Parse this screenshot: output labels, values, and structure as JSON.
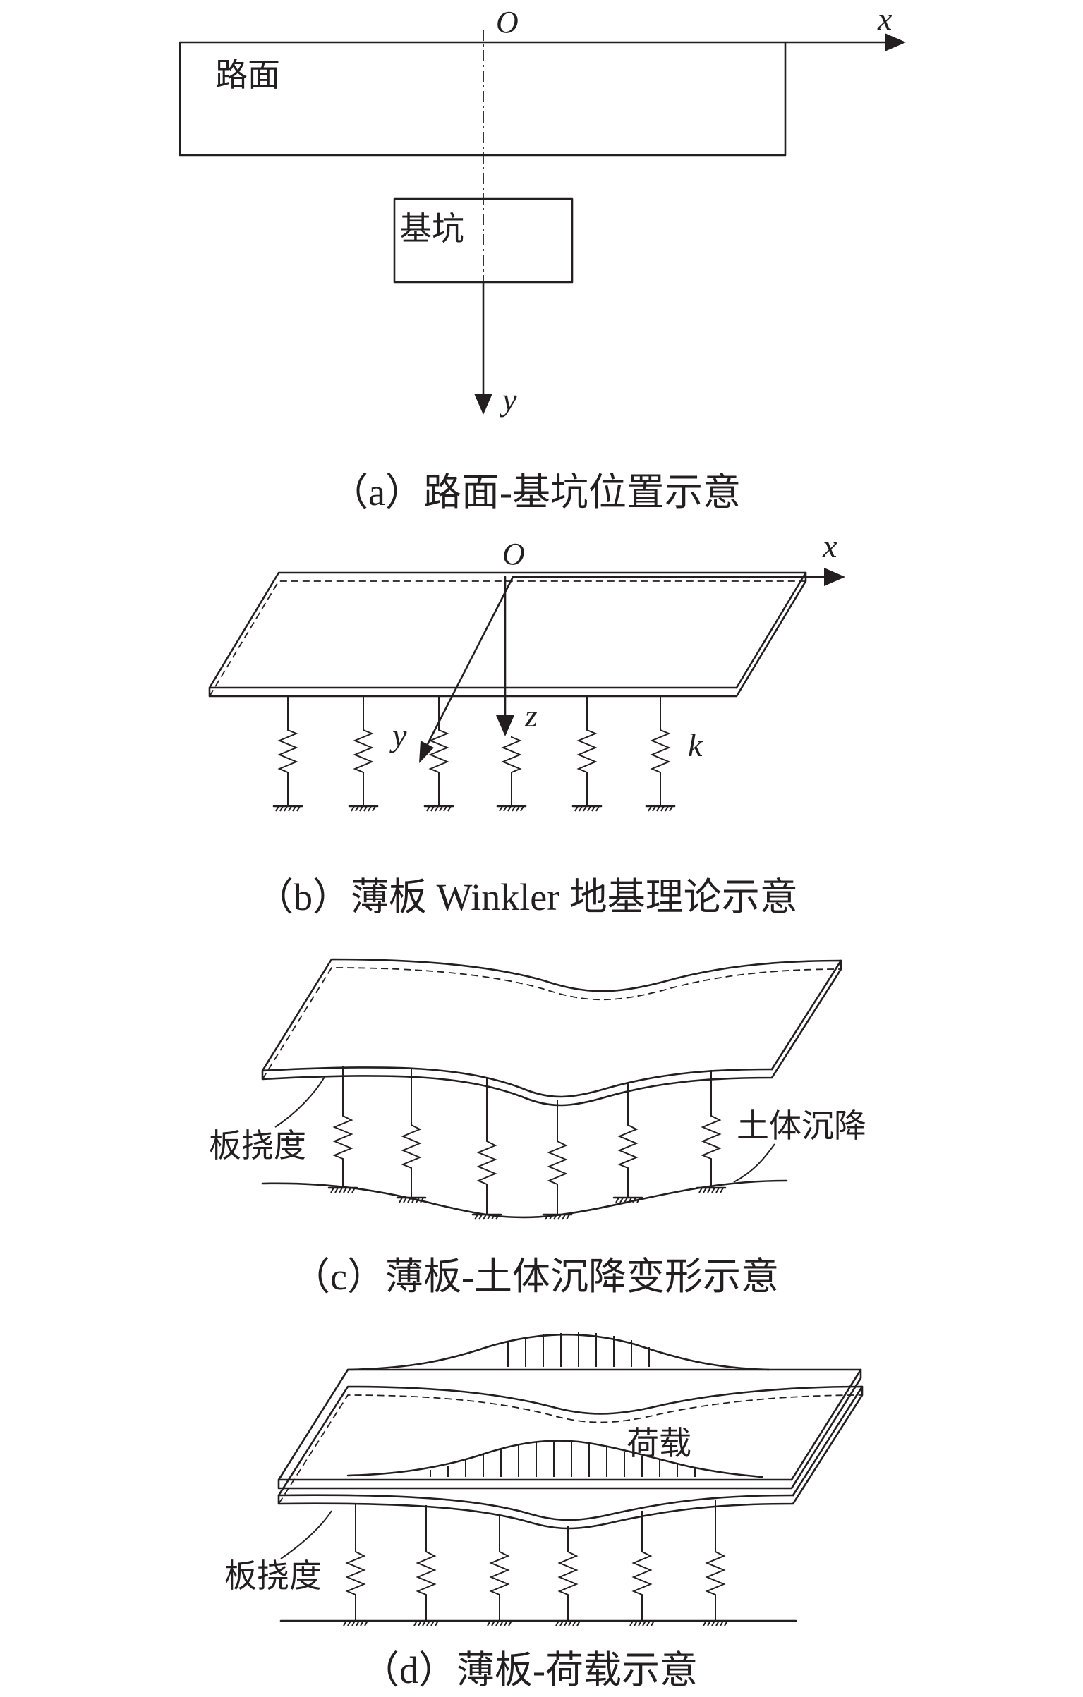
{
  "panel_a": {
    "caption": "（a）路面-基坑位置示意",
    "road_label": "路面",
    "pit_label": "基坑",
    "origin_label": "O",
    "x_axis_label": "x",
    "y_axis_label": "y"
  },
  "panel_b": {
    "caption": "（b）薄板 Winkler 地基理论示意",
    "origin_label": "O",
    "x_axis_label": "x",
    "y_axis_label": "y",
    "z_axis_label": "z",
    "spring_label": "k"
  },
  "panel_c": {
    "caption": "（c）薄板-土体沉降变形示意",
    "deflection_label": "板挠度",
    "settlement_label": "土体沉降"
  },
  "panel_d": {
    "caption": "（d）薄板-荷载示意",
    "load_label": "荷载",
    "deflection_label": "板挠度"
  },
  "colors": {
    "ink": "#231f20",
    "background": "#ffffff"
  }
}
